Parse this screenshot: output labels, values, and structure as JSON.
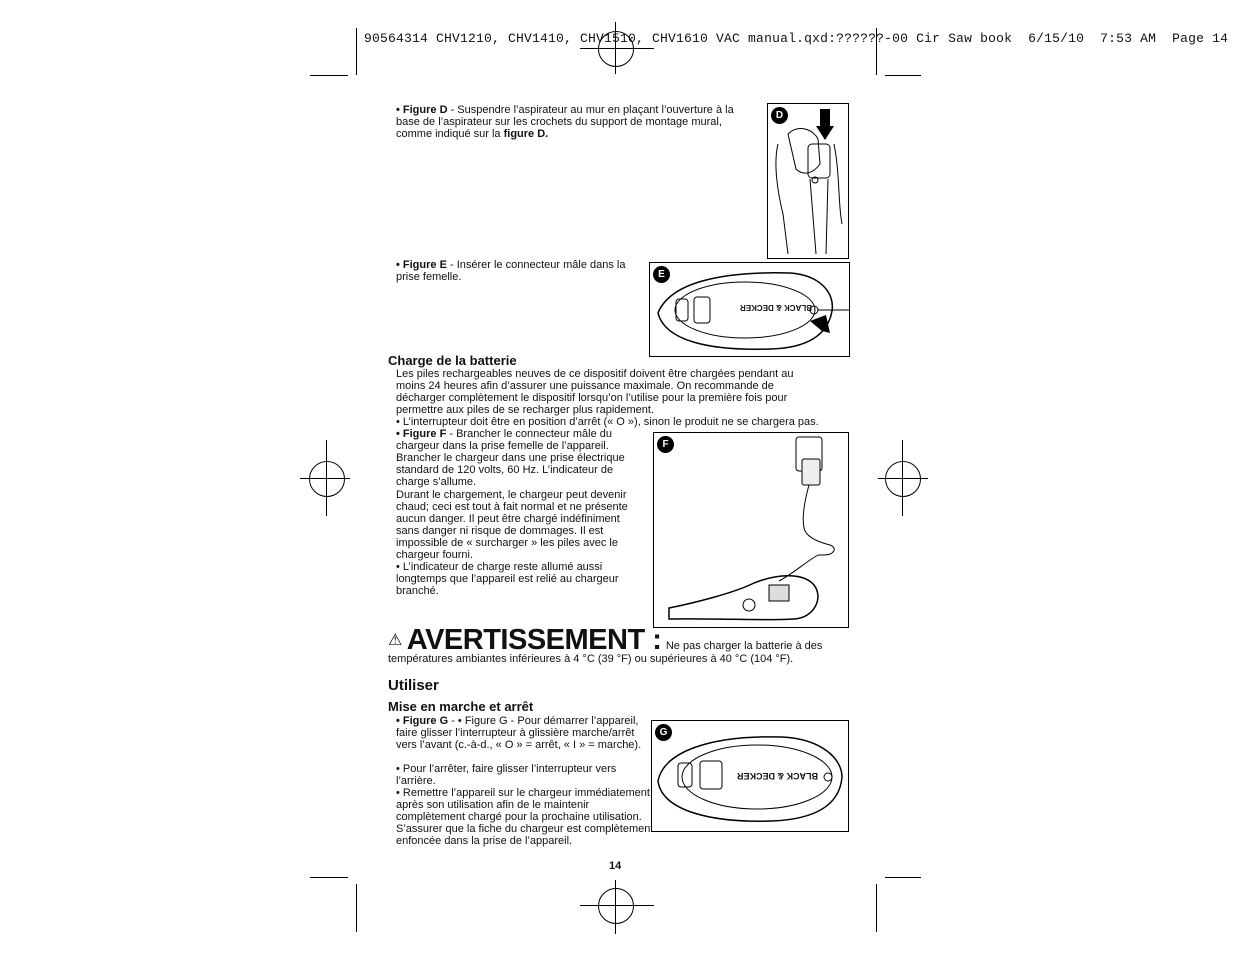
{
  "header": "90564314 CHV1210, CHV1410, CHV1510, CHV1610 VAC manual.qxd:??????-00 Cir Saw book  6/15/10  7:53 AM  Page 14",
  "figD": {
    "label": "• Figure D",
    "text": " - Suspendre l’aspirateur au mur en plaçant l’ouverture à la base de l’aspirateur sur les crochets du support de montage mural, comme indiqué sur la ",
    "ref": "figure D.",
    "badge": "D"
  },
  "figE": {
    "label": "• Figure E",
    "text": " - Insérer le connecteur mâle dans la prise femelle.",
    "badge": "E"
  },
  "brand_logo": "BLACK & DECKER",
  "charge": {
    "heading": "Charge de la batterie",
    "para1": "Les piles rechargeables neuves de ce dispositif doivent être chargées pendant au moins 24 heures afin d’assurer une puissance maximale. On recommande de décharger complètement le dispositif lorsqu’on l’utilise pour la première fois pour permettre aux piles de se recharger plus rapidement.",
    "bullet1": "• L’interrupteur doit être en position d’arrêt (« O »), sinon le produit ne se chargera pas.",
    "figF_label": "• Figure F",
    "figF_text": " - Brancher le connecteur mâle du chargeur dans la prise femelle de l’appareil. Brancher le chargeur dans une prise électrique standard de 120 volts, 60 Hz. L’indicateur de charge s’allume.",
    "para2": "Durant le chargement, le chargeur peut devenir chaud; ceci est tout à fait normal et ne présente aucun danger. Il peut être chargé indéfiniment sans danger ni risque de dommages. Il est impossible de « surcharger » les piles avec le chargeur fourni.",
    "bullet2": "• L’indicateur de charge reste allumé aussi longtemps que l’appareil est relié au chargeur branché.",
    "badge": "F"
  },
  "warning": {
    "title": "AVERTISSEMENT :",
    "text1": "Ne pas charger la batterie à des",
    "text2": "températures ambiantes inférieures à 4 °C (39 °F) ou supérieures à 40 °C (104 °F)."
  },
  "use": {
    "heading": "Utiliser",
    "subheading": "Mise en marche et arrêt",
    "figG_label": "• Figure G",
    "figG_text": " - • Figure G - Pour démarrer l’appareil, faire glisser l’interrupteur à glissière marche/arrêt vers l’avant (c.-à-d., « O » = arrêt, « I » = marche).",
    "bullet1": "• Pour l’arrêter, faire glisser l’interrupteur vers l’arrière.",
    "bullet2": "• Remettre l’appareil sur le chargeur immédiatement après son utilisation afin de le maintenir complètement chargé pour la prochaine utilisation. S’assurer que la fiche du chargeur est complètement enfoncée dans la prise de l’appareil.",
    "badge": "G"
  },
  "page_number": "14"
}
